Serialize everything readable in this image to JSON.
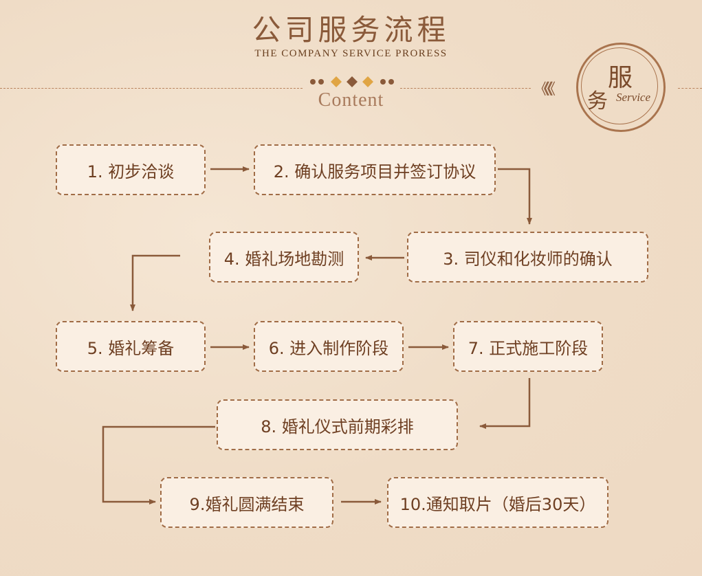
{
  "header": {
    "title": "公司服务流程",
    "subtitle": "THE  COMPANY  SERVICE  PRORESS",
    "content_word": "Content",
    "chevrons": "《《《",
    "seal": {
      "char1": "服",
      "char2": "务",
      "english": "Service"
    }
  },
  "steps": [
    {
      "label": "1. 初步洽谈"
    },
    {
      "label": "2. 确认服务项目并签订协议"
    },
    {
      "label": "3. 司仪和化妆师的确认"
    },
    {
      "label": "4. 婚礼场地勘测"
    },
    {
      "label": "5. 婚礼筹备"
    },
    {
      "label": "6. 进入制作阶段"
    },
    {
      "label": "7. 正式施工阶段"
    },
    {
      "label": "8. 婚礼仪式前期彩排"
    },
    {
      "label": "9.婚礼圆满结束"
    },
    {
      "label": "10.通知取片（婚后30天）"
    }
  ],
  "colors": {
    "background": "#efdcc6",
    "box_fill": "#faefe3",
    "border": "#a06c46",
    "arrow": "#8a5a3a",
    "text": "#6e3f22",
    "diamond_gold": "#e0a544",
    "diamond_brown": "#8a5a3a"
  }
}
